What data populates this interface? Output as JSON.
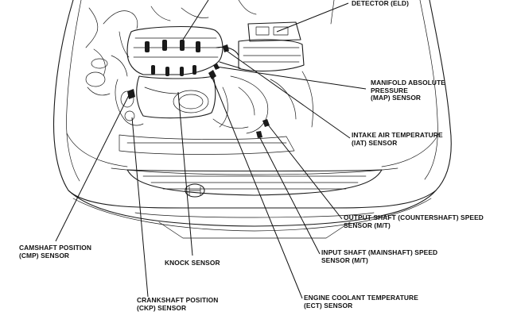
{
  "labels": {
    "eld": [
      "DETECTOR (ELD)"
    ],
    "map": [
      "MANIFOLD ABSOLUTE",
      "PRESSURE",
      "(MAP) SENSOR"
    ],
    "iat": [
      "INTAKE AIR TEMPERATURE",
      "(IAT) SENSOR"
    ],
    "output_shaft": [
      "OUTPUT SHAFT (COUNTERSHAFT) SPEED",
      "SENSOR (M/T)"
    ],
    "cmp": [
      "CAMSHAFT POSITION",
      "(CMP) SENSOR"
    ],
    "knock": [
      "KNOCK SENSOR"
    ],
    "input_shaft": [
      "INPUT SHAFT (MAINSHAFT) SPEED",
      "SENSOR (M/T)"
    ],
    "ckp": [
      "CRANKSHAFT POSITION",
      "(CKP) SENSOR"
    ],
    "ect": [
      "ENGINE COOLANT TEMPERATURE",
      "(ECT) SENSOR"
    ]
  }
}
